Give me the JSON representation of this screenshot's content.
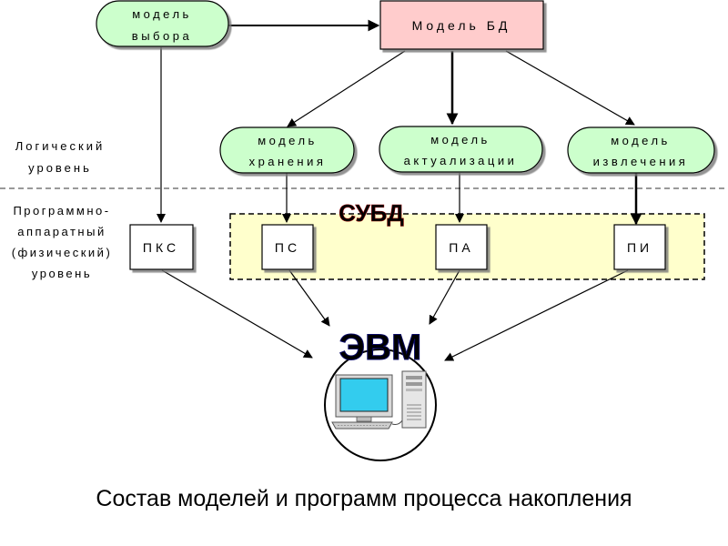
{
  "diagram": {
    "nodes": {
      "model_choice": {
        "line1": "модель",
        "line2": "выбора"
      },
      "model_db": {
        "label": "Модель БД"
      },
      "model_storage": {
        "line1": "модель",
        "line2": "хранения"
      },
      "model_update": {
        "line1": "модель",
        "line2": "актуализации"
      },
      "model_extract": {
        "line1": "модель",
        "line2": "извлечения"
      },
      "pks": {
        "label": "ПКС"
      },
      "ps": {
        "label": "ПС"
      },
      "pa": {
        "label": "ПА"
      },
      "pi": {
        "label": "ПИ"
      }
    },
    "levels": {
      "logical": {
        "line1": "Логический",
        "line2": "уровень"
      },
      "physical": {
        "line1": "Программно-",
        "line2": "аппаратный",
        "line3": "(физический)",
        "line4": "уровень"
      }
    },
    "dbms_label": "СУБД",
    "computer_label": "ЭВМ",
    "caption": "Состав моделей и программ процесса накопления"
  },
  "colors": {
    "model_fill": "#ccffcc",
    "db_fill": "#ffcccc",
    "dbms_fill": "#ffffcc",
    "dbms_text": "#e02020",
    "computer_text": "#3333cc",
    "screen": "#33ccee"
  }
}
